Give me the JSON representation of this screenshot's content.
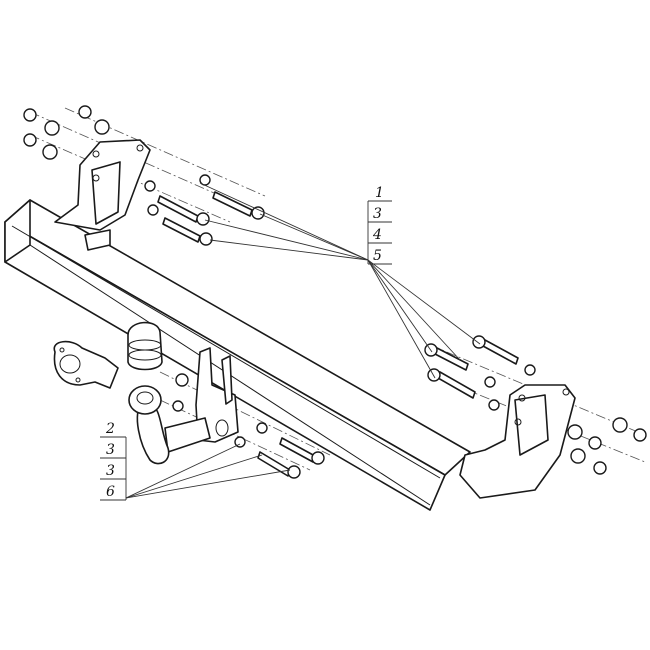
{
  "drawing": {
    "callouts": {
      "right_group": [
        "1",
        "3",
        "4",
        "5"
      ],
      "left_group": [
        "2",
        "3",
        "3",
        "6"
      ]
    }
  }
}
